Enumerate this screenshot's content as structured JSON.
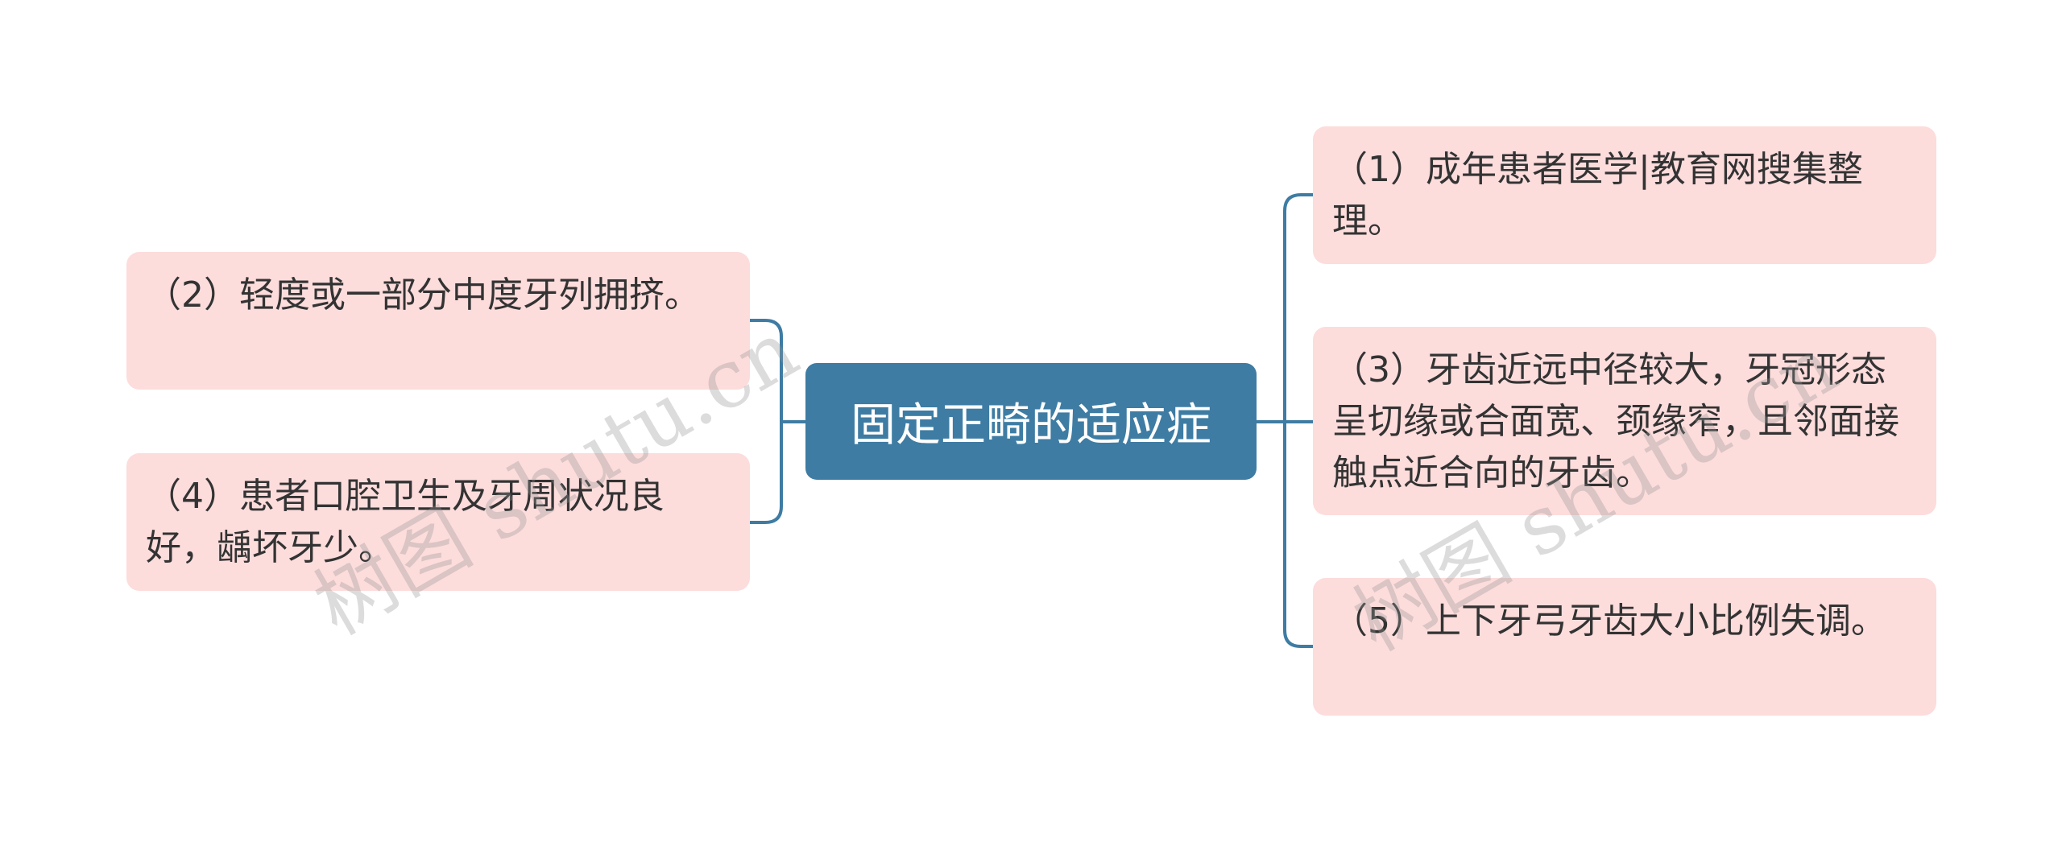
{
  "root": {
    "label": "固定正畸的适应症"
  },
  "left_branches": [
    {
      "label": "（2）轻度或一部分中度牙列拥挤。"
    },
    {
      "label": "（4）患者口腔卫生及牙周状况良好，龋坏牙少。"
    }
  ],
  "right_branches": [
    {
      "label": "（1）成年患者医学|教育网搜集整理。"
    },
    {
      "label": "（3）牙齿近远中径较大，牙冠形态呈切缘或合面宽、颈缘窄，且邻面接触点近合向的牙齿。"
    },
    {
      "label": "（5）上下牙弓牙齿大小比例失调。"
    }
  ],
  "watermark": {
    "text": "树图 shutu.cn"
  },
  "colors": {
    "root_fill": "#3e7ca3",
    "node_fill": "#fddcdc",
    "connector": "#3e7ca3",
    "text": "#333333"
  }
}
